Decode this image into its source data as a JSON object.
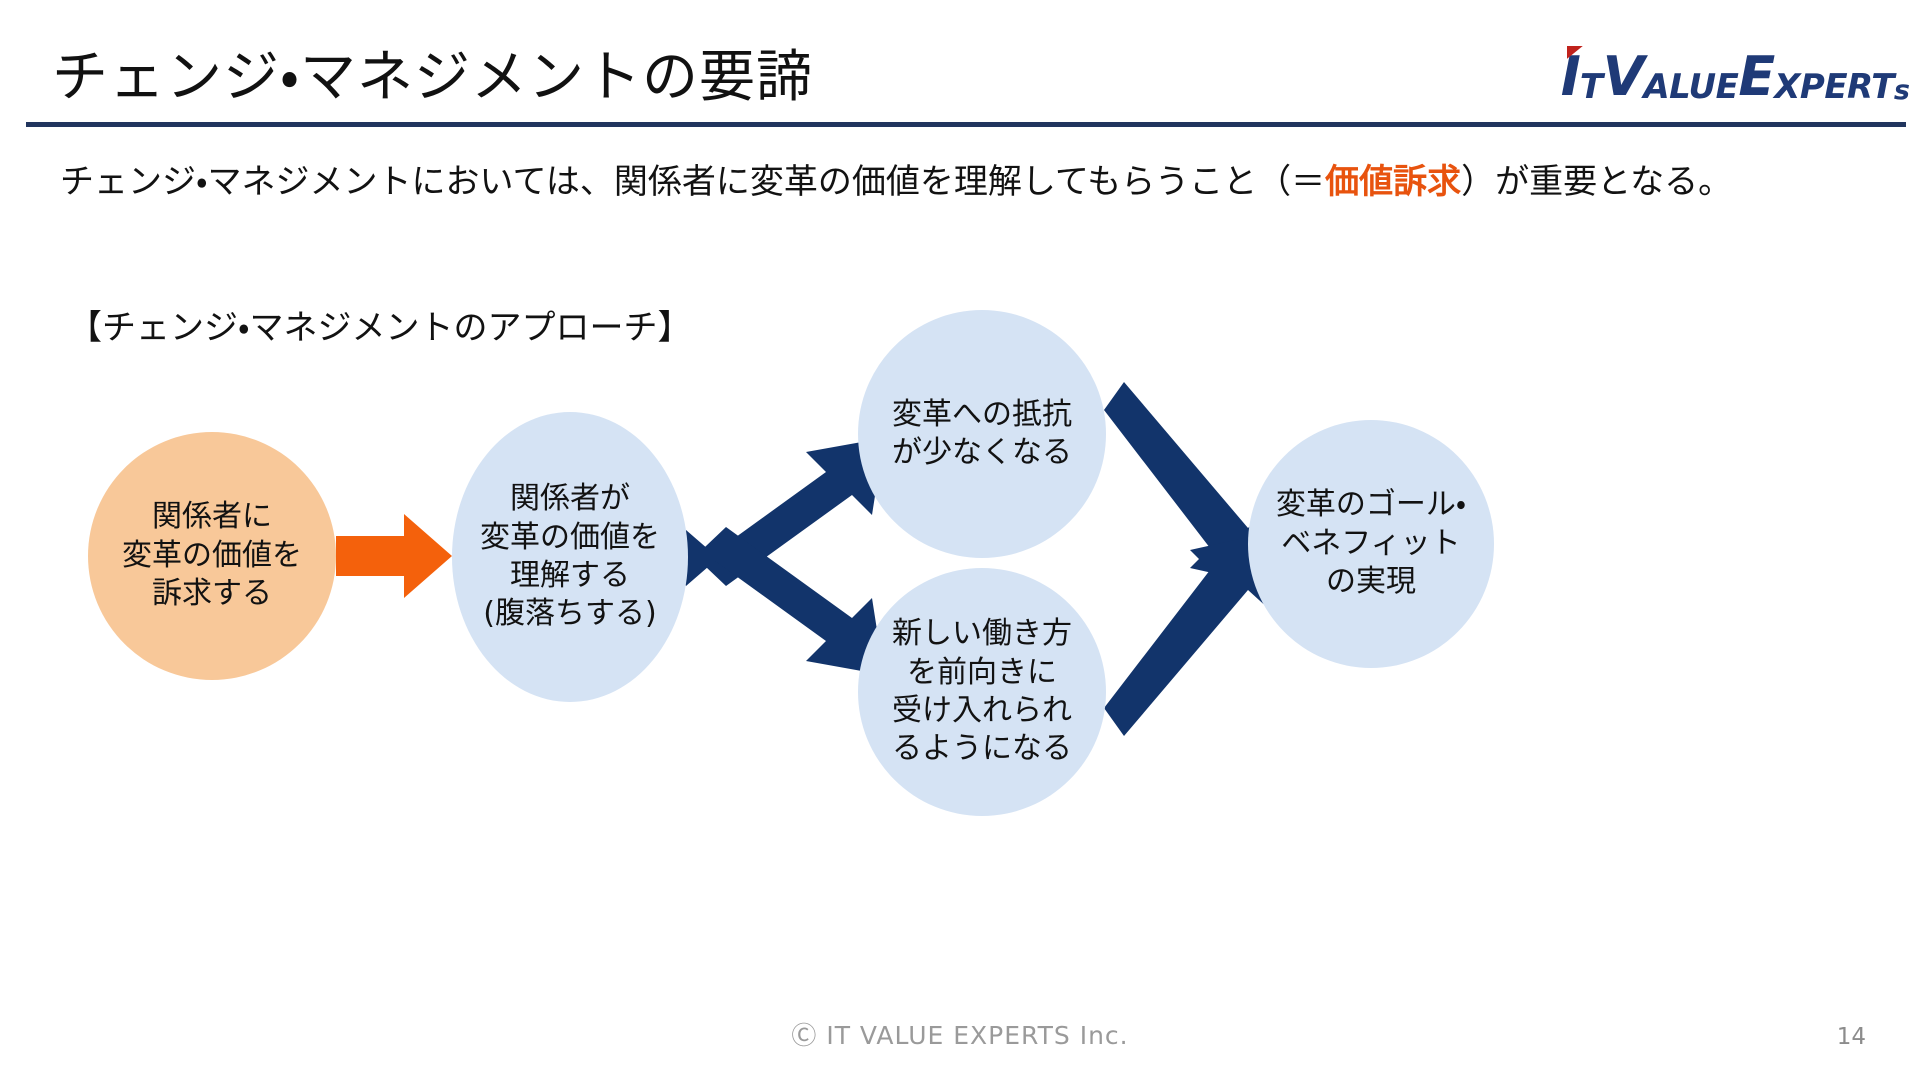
{
  "slide": {
    "title": "チェンジ・マネジメントの要諦",
    "page_number": "14",
    "footer_copyright": "Ⓒ IT VALUE EXPERTS Inc."
  },
  "logo": {
    "part1": "I",
    "part2": "T",
    "part3": "V",
    "part4": "ALUE",
    "part5": "E",
    "part6": "XPERT",
    "part7": "s",
    "color": "#1F3A77",
    "accent_color": "#C0221C"
  },
  "body": {
    "lead_before": "チェンジ・マネジメントにおいては、関係者に変革の価値を理解してもらうこと（＝",
    "lead_highlight": "価値訴求",
    "lead_after": "）が重要となる。",
    "highlight_color": "#E8530E",
    "approach_heading": "【チェンジ・マネジメントのアプローチ】"
  },
  "diagram": {
    "type": "flow",
    "nodes": [
      {
        "id": "source",
        "label": "関係者に\n変革の価値を\n訴求する",
        "color": "#F8C899",
        "shape": "circle"
      },
      {
        "id": "understand",
        "label": "関係者が\n変革の価値を\n理解する\n(腹落ちする)",
        "color": "#D5E3F4",
        "shape": "circle"
      },
      {
        "id": "resistance",
        "label": "変革への抵抗\nが少なくなる",
        "color": "#D5E3F4",
        "shape": "circle"
      },
      {
        "id": "acceptance",
        "label": "新しい働き方\nを前向きに\n受け入れられ\nるようになる",
        "color": "#D5E3F4",
        "shape": "circle"
      },
      {
        "id": "goal",
        "label": "変革のゴール・\nベネフィット\nの実現",
        "color": "#D5E3F4",
        "shape": "circle"
      }
    ],
    "edges": [
      {
        "from": "source",
        "to": "understand",
        "color": "#F4610C",
        "style": "block-arrow"
      },
      {
        "from": "understand",
        "to": "resistance",
        "color": "#12346B",
        "style": "block-arrow"
      },
      {
        "from": "understand",
        "to": "acceptance",
        "color": "#12346B",
        "style": "block-arrow"
      },
      {
        "from": "resistance",
        "to": "goal",
        "color": "#12346B",
        "style": "block-arrow"
      },
      {
        "from": "acceptance",
        "to": "goal",
        "color": "#12346B",
        "style": "block-arrow"
      }
    ]
  },
  "theme": {
    "rule_color": "#21355E",
    "navy": "#12346B",
    "orange_arrow": "#F4610C",
    "orange_fill": "#F8C899",
    "blue_fill": "#D5E3F4"
  }
}
